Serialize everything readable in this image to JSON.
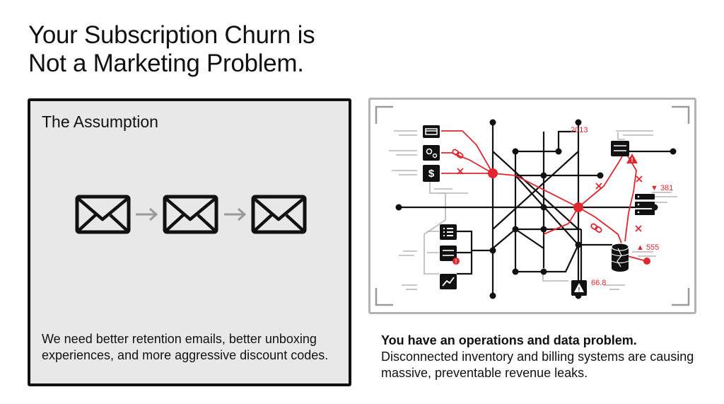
{
  "title": {
    "line1": "Your Subscription Churn is",
    "line2": "Not a Marketing Problem."
  },
  "assumption": {
    "heading": "The Assumption",
    "caption": "We need better retention emails, better unboxing experiences, and more aggressive discount codes."
  },
  "reality": {
    "caption_bold": "You have an operations and data problem.",
    "caption_body": "Disconnected inventory and billing systems are causing massive, preventable revenue leaks.",
    "labels": {
      "top": "2013",
      "right_top": "▼ 381",
      "right_bottom": "▲ 555",
      "bottom": "66.8"
    }
  },
  "colors": {
    "accent_red": "#e0262e",
    "panel_gray": "#e8e8e8",
    "ink": "#111111",
    "muted_gray": "#b3b3b3"
  }
}
